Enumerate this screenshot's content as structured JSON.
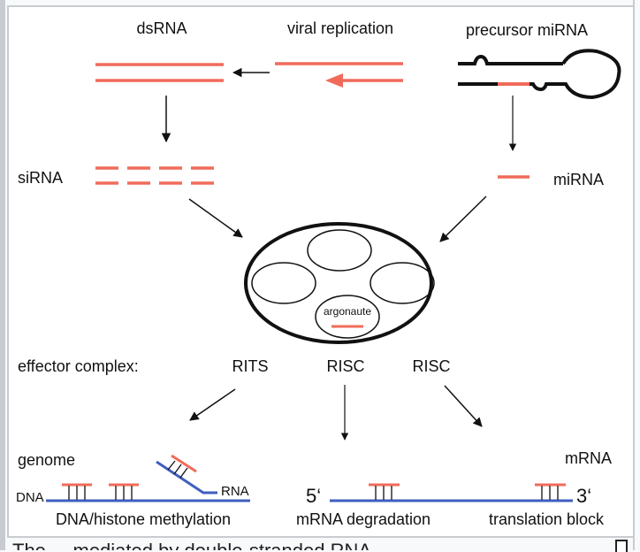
{
  "colors": {
    "rna": "#f06b5a",
    "dna": "#3f5ebf",
    "line": "#111111",
    "frame": "#c8ccd1"
  },
  "labels": {
    "dsrna": "dsRNA",
    "viral_replication": "viral replication",
    "precursor_mirna": "precursor miRNA",
    "sirna": "siRNA",
    "mirna": "miRNA",
    "argonaute": "argonaute",
    "effector_complex": "effector complex:",
    "rits": "RITS",
    "risc_1": "RISC",
    "risc_2": "RISC",
    "genome": "genome",
    "mrna": "mRNA",
    "dna": "DNA",
    "rna": "RNA",
    "five_prime": "5‘",
    "three_prime": "3‘",
    "dna_histone_methylation": "DNA/histone methylation",
    "mrna_degradation": "mRNA degradation",
    "translation_block": "translation block"
  },
  "caption": {
    "prefix": "The ",
    "link": "...",
    "suffix": " mediated by double-stranded RNA ..."
  }
}
